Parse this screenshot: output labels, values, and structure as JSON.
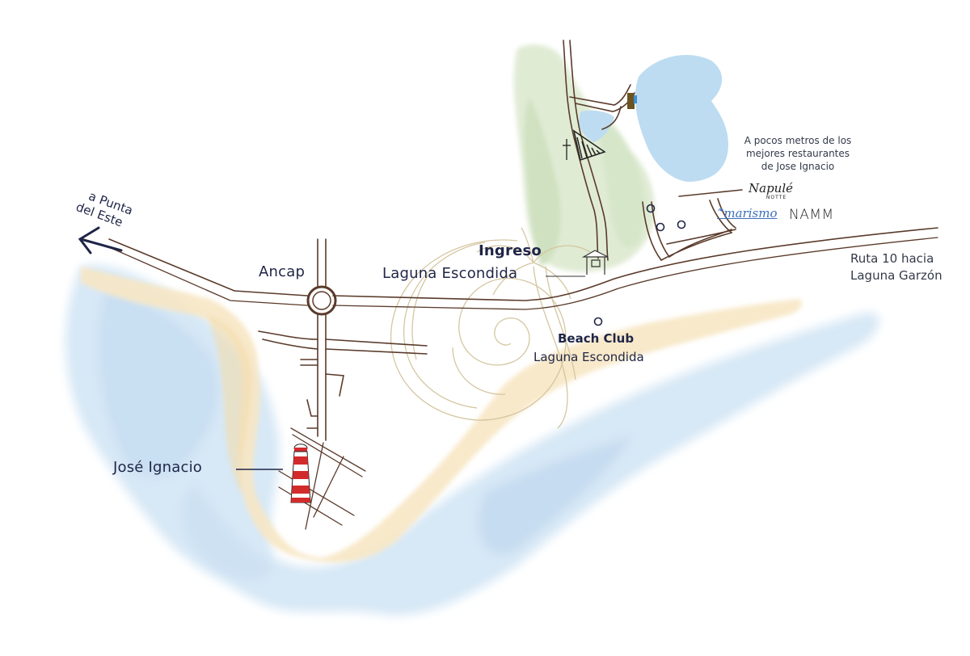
{
  "map": {
    "title": "Mapa José Ignacio - Laguna Escondida",
    "colors": {
      "road": "#5a3a2a",
      "ocean": "#cfe3f4",
      "lagoon": "#bcdcf1",
      "sand": "#f6e6c2",
      "forest": "#dbe8cf",
      "text": "#1f2547",
      "lighthouse_red": "#d32b2b",
      "logo_gold": "#cdbb92",
      "arrow": "#1f2547"
    },
    "labels": {
      "punta_del_este_1": "a Punta",
      "punta_del_este_2": "del Este",
      "ancap": "Ancap",
      "ingreso_title": "Ingreso",
      "ingreso_sub": "Laguna Escondida",
      "beach_club_title": "Beach Club",
      "beach_club_sub": "Laguna Escondida",
      "ruta_1": "Ruta 10 hacia",
      "ruta_2": "Laguna Garzón",
      "jose_ignacio": "José Ignacio",
      "restaurants_1": "A pocos metros de los",
      "restaurants_2": "mejores restaurantes",
      "restaurants_3": "de Jose Ignacio"
    },
    "restaurants": [
      {
        "name": "Napule Notte",
        "logo_line1": "Napulé",
        "logo_line2": "NOTTE"
      },
      {
        "name": "Marismo",
        "logo_line1": "marismo"
      },
      {
        "name": "NAMM",
        "logo_line1": "NAMM"
      }
    ],
    "icons": [
      "arrow-left-icon",
      "roundabout-icon",
      "lighthouse-icon",
      "entrance-gate-icon",
      "chapel-cross-icon",
      "dock-icon",
      "beach-club-marker-icon",
      "spiral-logo-icon"
    ]
  }
}
